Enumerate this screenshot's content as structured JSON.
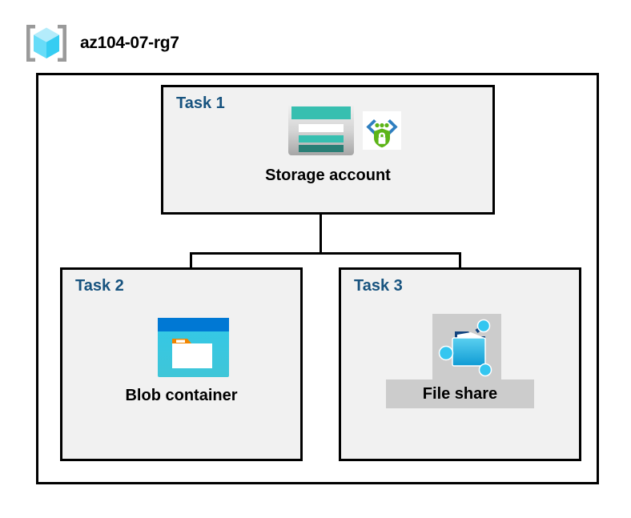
{
  "header": {
    "icon": "resource-group-icon",
    "title": "az104-07-rg7"
  },
  "diagram": {
    "container_name": "resource-group-container",
    "tasks": [
      {
        "id": "task-1",
        "label": "Task 1",
        "node_caption": "Storage account",
        "icons": [
          "storage-account-icon",
          "security-shield-lock-icon"
        ],
        "highlighted": false
      },
      {
        "id": "task-2",
        "label": "Task 2",
        "node_caption": "Blob container",
        "icons": [
          "blob-container-icon"
        ],
        "highlighted": false
      },
      {
        "id": "task-3",
        "label": "Task 3",
        "node_caption": "File share",
        "icons": [
          "file-share-icon"
        ],
        "highlighted": true
      }
    ],
    "connectors": [
      {
        "name": "task1-to-branch",
        "from": "task-1",
        "to": "branch-junction"
      },
      {
        "name": "branch-to-task2",
        "from": "branch-junction",
        "to": "task-2"
      },
      {
        "name": "branch-to-task3",
        "from": "branch-junction",
        "to": "task-3"
      }
    ]
  },
  "colors": {
    "task_label": "#17537f",
    "border": "#000000",
    "task_fill": "#f1f1f1",
    "highlight_fill": "#cccccc",
    "storage_teal": "#37bfb0",
    "storage_teal_dark": "#2a7f76",
    "blob_blue": "#0078d4",
    "blob_cyan": "#32c8e8",
    "blob_orange": "#f28500",
    "fileshare_cyan": "#34c6f0",
    "shield_green": "#5cb417",
    "cube_cyan": "#9fe8fb",
    "bracket_gray": "#9a9a9a"
  }
}
